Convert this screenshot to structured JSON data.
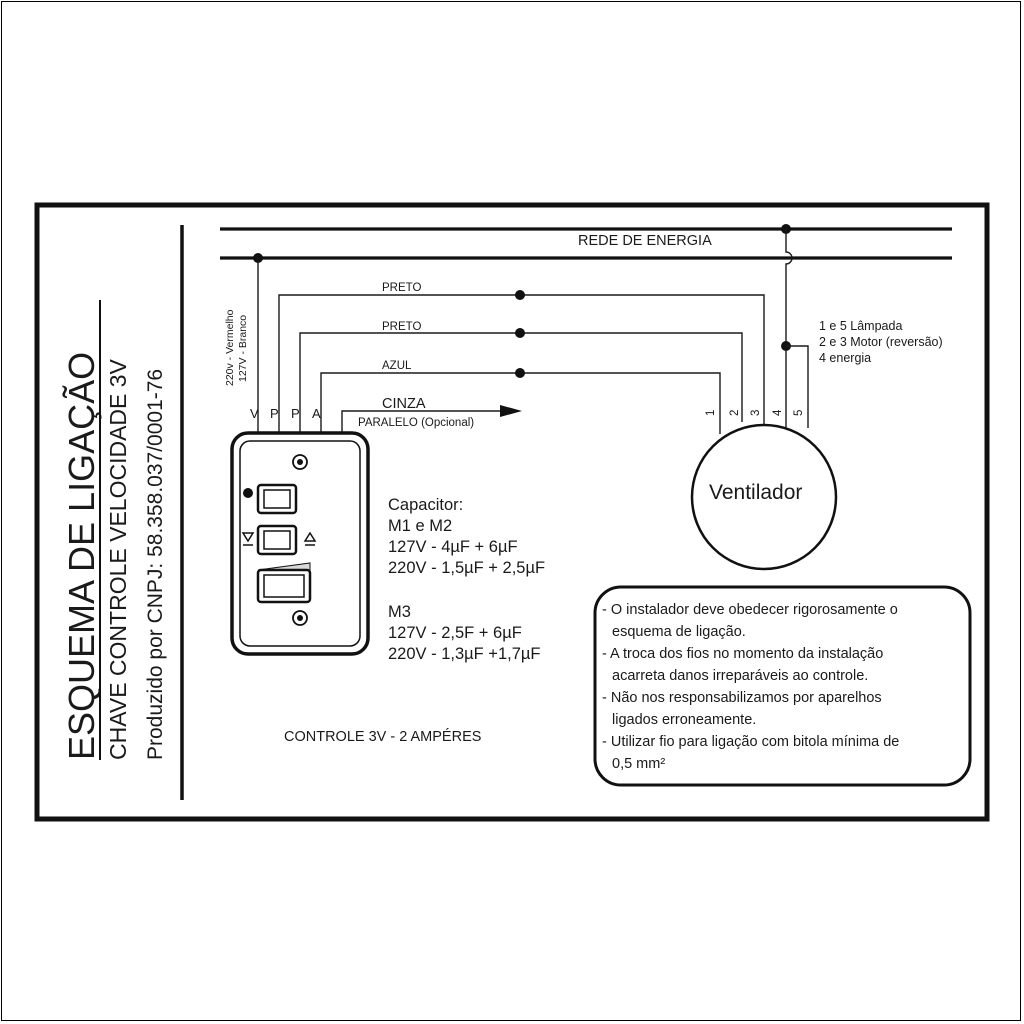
{
  "title": {
    "main": "ESQUEMA DE LIGAÇÃO",
    "sub": "CHAVE CONTROLE VELOCIDADE 3V",
    "producer": "Produzido por CNPJ: 58.358.037/0001-76"
  },
  "network": {
    "label": "REDE DE ENERGIA"
  },
  "voltage_note": {
    "line1": "220v - Vermelho",
    "line2": "127V - Branco"
  },
  "wires": {
    "w1": "PRETO",
    "w2": "PRETO",
    "w3": "AZUL",
    "gray": "CINZA",
    "parallel": "PARALELO (Opcional)"
  },
  "control_terminals": [
    "V",
    "P",
    "P",
    "A"
  ],
  "fan": {
    "label": "Ventilador",
    "terminals": [
      "1",
      "2",
      "3",
      "4",
      "5"
    ],
    "legend": [
      "1 e 5 Lâmpada",
      "2 e 3 Motor (reversão)",
      "4 energia"
    ]
  },
  "capacitor": {
    "heading": "Capacitor:",
    "m12_title": "M1 e M2",
    "m12_lines": [
      "127V - 4µF + 6µF",
      "220V - 1,5µF + 2,5µF"
    ],
    "m3_title": "M3",
    "m3_lines": [
      "127V - 2,5F + 6µF",
      "220V - 1,3µF +1,7µF"
    ]
  },
  "control_rating": "CONTROLE 3V -  2 AMPÉRES",
  "notes": [
    "- O instalador deve obedecer rigorosamente o",
    "esquema de ligação.",
    "- A troca dos fios no momento da instalação",
    "acarreta danos irreparáveis ao controle.",
    "- Não nos responsabilizamos por aparelhos",
    "ligados erroneamente.",
    "- Utilizar fio para ligação com bitola mínima de",
    "0,5 mm²"
  ]
}
